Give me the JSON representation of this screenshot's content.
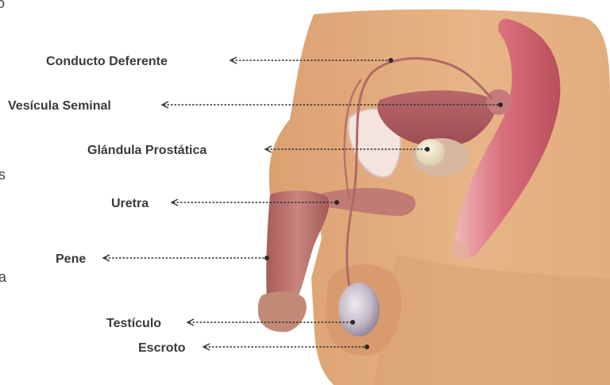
{
  "labels": {
    "vas_deferens": "Conducto Deferente",
    "seminal_vesicle": "Vesícula Seminal",
    "prostate": "Glándula Prostática",
    "urethra": "Uretra",
    "penis": "Pene",
    "testicle": "Testículo",
    "scrotum": "Escroto"
  },
  "edge_text": {
    "top": "o",
    "middle": "s",
    "lower": "a"
  },
  "colors": {
    "skin": "#e2ad7e",
    "skin_shadow": "#d49868",
    "organ_pink": "#b76f6a",
    "organ_light": "#d99b93",
    "rectum": "#cf6a74",
    "bladder_glass": "#f1ddd6",
    "prostate": "#f0e7cf",
    "testicle": "#c9c0cc",
    "label": "#3a3a3a"
  }
}
